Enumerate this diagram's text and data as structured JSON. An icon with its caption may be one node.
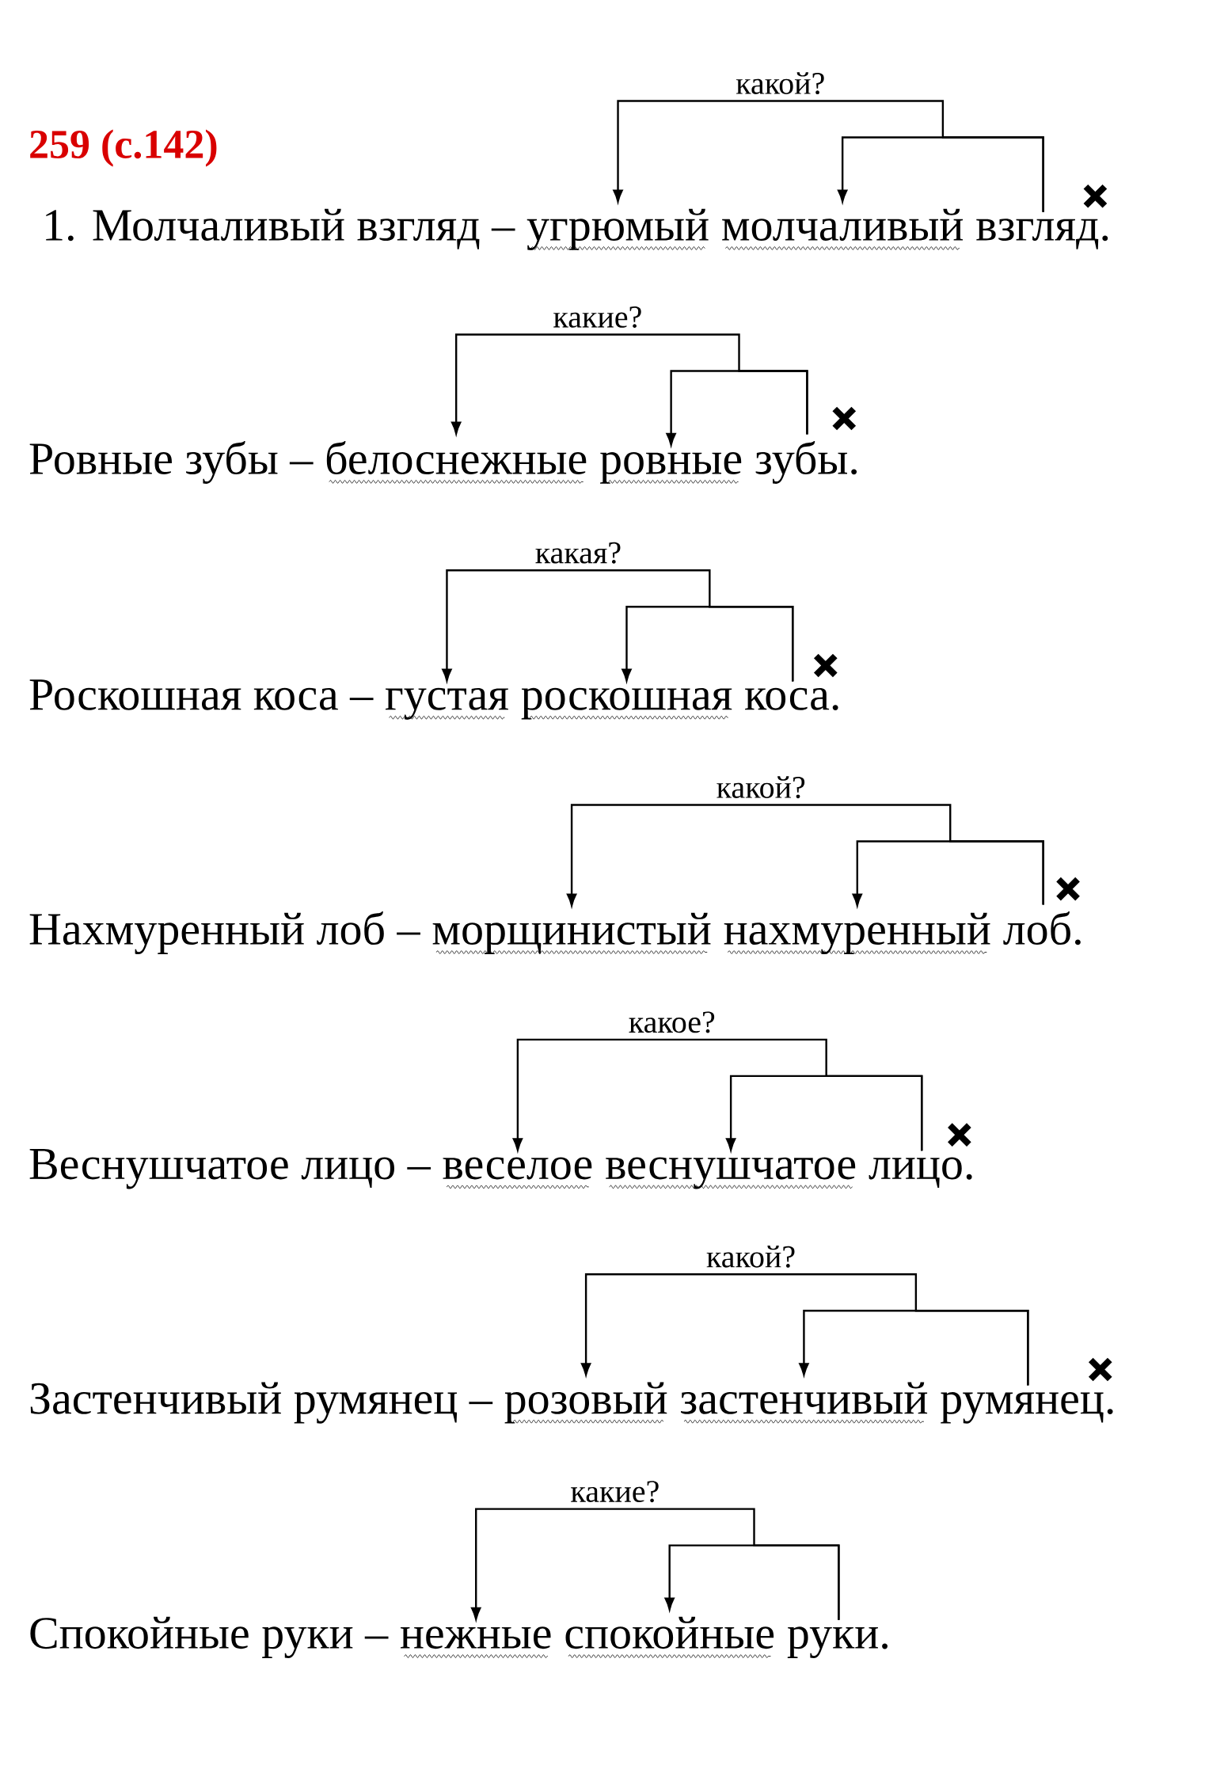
{
  "diagram": {
    "title": "259 (с.142)",
    "nodes": [
      {
        "text": [
          "1. Молчаливый взгляд –"
        ]
      },
      {
        "text": [
          "угрюмый"
        ]
      },
      {
        "text": [
          "молчаливый"
        ]
      },
      {
        "text": [
          "взгляд."
        ]
      },
      {
        "text": [
          "Ровные зубы –"
        ]
      },
      {
        "text": [
          "белоснежные"
        ]
      },
      {
        "text": [
          "ровные"
        ]
      },
      {
        "text": [
          "зубы."
        ]
      },
      {
        "text": [
          "Роскошная коса –"
        ]
      },
      {
        "text": [
          "густая"
        ]
      },
      {
        "text": [
          "роскошная"
        ]
      },
      {
        "text": [
          "коса."
        ]
      },
      {
        "text": [
          "Нахмуренный лоб –"
        ]
      },
      {
        "text": [
          "морщинистый"
        ]
      },
      {
        "text": [
          "нахмуренный"
        ]
      },
      {
        "text": [
          "лоб."
        ]
      },
      {
        "text": [
          "Веснушчатое лицо –"
        ]
      },
      {
        "text": [
          "веселое"
        ]
      },
      {
        "text": [
          "веснушчатое"
        ]
      },
      {
        "text": [
          "лицо."
        ]
      },
      {
        "text": [
          "Застенчивый румянец –"
        ]
      },
      {
        "text": [
          "розовый"
        ]
      },
      {
        "text": [
          "застенчивый"
        ]
      },
      {
        "text": [
          "румянец."
        ]
      },
      {
        "text": [
          "Спокойные руки –"
        ]
      },
      {
        "text": [
          "нежные"
        ]
      },
      {
        "text": [
          "спокойные"
        ]
      },
      {
        "text": [
          "руки."
        ]
      }
    ],
    "edges": [
      {
        "from": 3,
        "to": 2,
        "arrow": "to"
      },
      {
        "from": 3,
        "to": 1,
        "arrow": "to",
        "label": "какой?"
      },
      {
        "from": 7,
        "to": 6,
        "arrow": "to"
      },
      {
        "from": 7,
        "to": 5,
        "arrow": "to",
        "label": "какие?"
      },
      {
        "from": 11,
        "to": 10,
        "arrow": "to"
      },
      {
        "from": 11,
        "to": 9,
        "arrow": "to",
        "label": "какая?"
      },
      {
        "from": 15,
        "to": 14,
        "arrow": "to"
      },
      {
        "from": 15,
        "to": 13,
        "arrow": "to",
        "label": "какой?"
      },
      {
        "from": 19,
        "to": 18,
        "arrow": "to"
      },
      {
        "from": 19,
        "to": 17,
        "arrow": "to",
        "label": "какое?"
      },
      {
        "from": 23,
        "to": 22,
        "arrow": "to"
      },
      {
        "from": 23,
        "to": 21,
        "arrow": "to",
        "label": "какой?"
      },
      {
        "from": 27,
        "to": 26,
        "arrow": "to"
      },
      {
        "from": 27,
        "to": 25,
        "arrow": "to",
        "label": "какие?"
      }
    ]
  }
}
